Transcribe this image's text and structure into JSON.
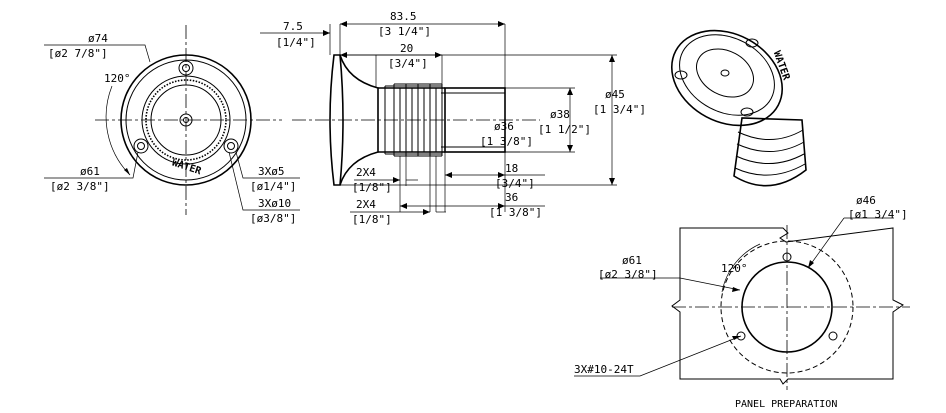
{
  "front_view": {
    "flange_dia": "ø74",
    "flange_dia_in": "[ø2 7/8\"]",
    "angle": "120°",
    "bolt_circle": "ø61",
    "bolt_circle_in": "[ø2 3/8\"]",
    "holes": "3Xø5",
    "holes_in": "[ø1/4\"]",
    "counterbore": "3Xø10",
    "counterbore_in": "[ø3/8\"]",
    "logo_text": "WATER"
  },
  "side_view": {
    "flange_thk": "7.5",
    "flange_thk_in": "[1/4\"]",
    "overall_len": "83.5",
    "overall_len_in": "[3 1/4\"]",
    "neck_len": "20",
    "neck_len_in": "[3/4\"]",
    "neck_dia": "ø36",
    "neck_dia_in": "[1 3/8\"]",
    "body_dia": "ø38",
    "body_dia_in": "[1 1/2\"]",
    "flange_od": "ø45",
    "flange_od_in": "[1 3/4\"]",
    "groove_a": "2X4",
    "groove_a_in": "[1/8\"]",
    "groove_b": "2X4",
    "groove_b_in": "[1/8\"]",
    "tail_len": "18",
    "tail_len_in": "[3/4\"]",
    "thread_len": "36",
    "thread_len_in": "[1 3/8\"]"
  },
  "panel": {
    "cutout_dia": "ø46",
    "cutout_dia_in": "[ø1 3/4\"]",
    "bolt_circle": "ø61",
    "bolt_circle_in": "[ø2 3/8\"]",
    "angle": "120°",
    "screws": "3X#10-24T",
    "caption": "PANEL PREPARATION"
  },
  "iso_view": {
    "logo_text": "WATER"
  }
}
